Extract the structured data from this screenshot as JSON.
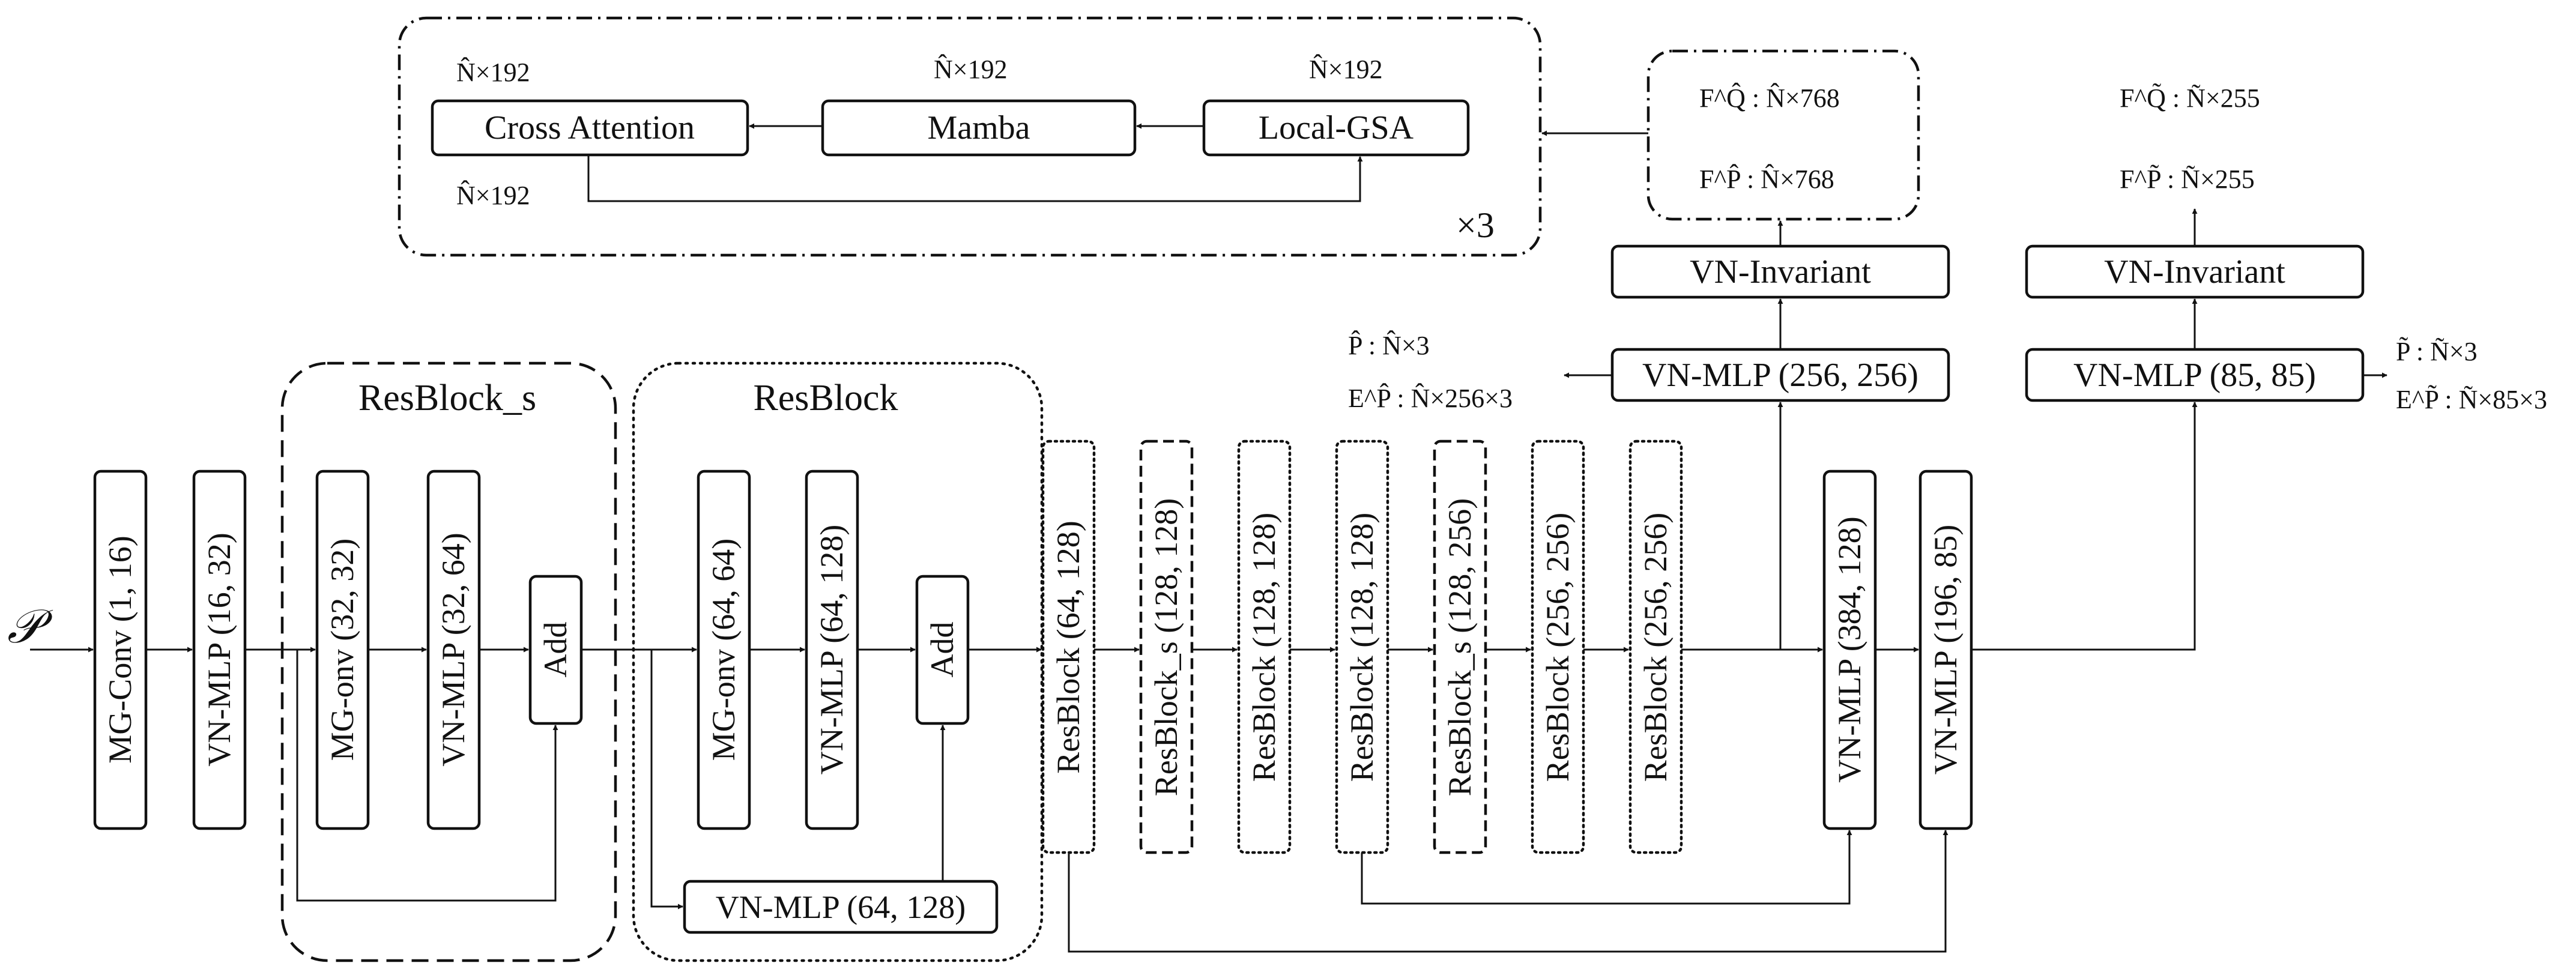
{
  "input_label": "𝒫",
  "groups": {
    "attention": {
      "label": "×3"
    },
    "resblock_s": {
      "label": "ResBlock_s"
    },
    "resblock": {
      "label": "ResBlock"
    }
  },
  "attention": {
    "cross": {
      "label": "Cross Attention",
      "dim_top": "N̂×192",
      "dim_bottom": "N̂×192"
    },
    "mamba": {
      "label": "Mamba",
      "dim": "N̂×192"
    },
    "lgsa": {
      "label": "Local-GSA",
      "dim": "N̂×192"
    }
  },
  "features_hat": {
    "fq": "F^Q̂ : N̂×768",
    "fp": "F^P̂ : N̂×768"
  },
  "features_tilde": {
    "fq": "F^Q̃ : Ñ×255",
    "fp": "F^P̃ : Ñ×255"
  },
  "invariant_1": {
    "label": "VN-Invariant"
  },
  "invariant_2": {
    "label": "VN-Invariant"
  },
  "mlp_256": {
    "label": "VN-MLP (256, 256)"
  },
  "mlp_85": {
    "label": "VN-MLP (85, 85)"
  },
  "out_hat": {
    "p": "P̂ : N̂×3",
    "e": "E^P̂ : N̂×256×3"
  },
  "out_tilde": {
    "p": "P̃ : Ñ×3",
    "e": "E^P̃ : Ñ×85×3"
  },
  "backbone": {
    "mgconv": "MG-Conv (1, 16)",
    "mlp_16_32": "VN-MLP (16, 32)",
    "rs_mgonv": "MG-onv (32, 32)",
    "rs_mlp": "VN-MLP (32, 64)",
    "rs_add": "Add",
    "rb_mgonv": "MG-onv (64, 64)",
    "rb_mlp": "VN-MLP (64, 128)",
    "rb_add": "Add",
    "rb_skip": "VN-MLP (64, 128)",
    "b1": "ResBlock (64, 128)",
    "b2": "ResBlock_s (128, 128)",
    "b3": "ResBlock (128, 128)",
    "b4": "ResBlock (128, 128)",
    "b5": "ResBlock_s (128, 256)",
    "b6": "ResBlock (256, 256)",
    "b7": "ResBlock (256, 256)",
    "mlp_384": "VN-MLP (384, 128)",
    "mlp_196": "VN-MLP (196, 85)"
  }
}
